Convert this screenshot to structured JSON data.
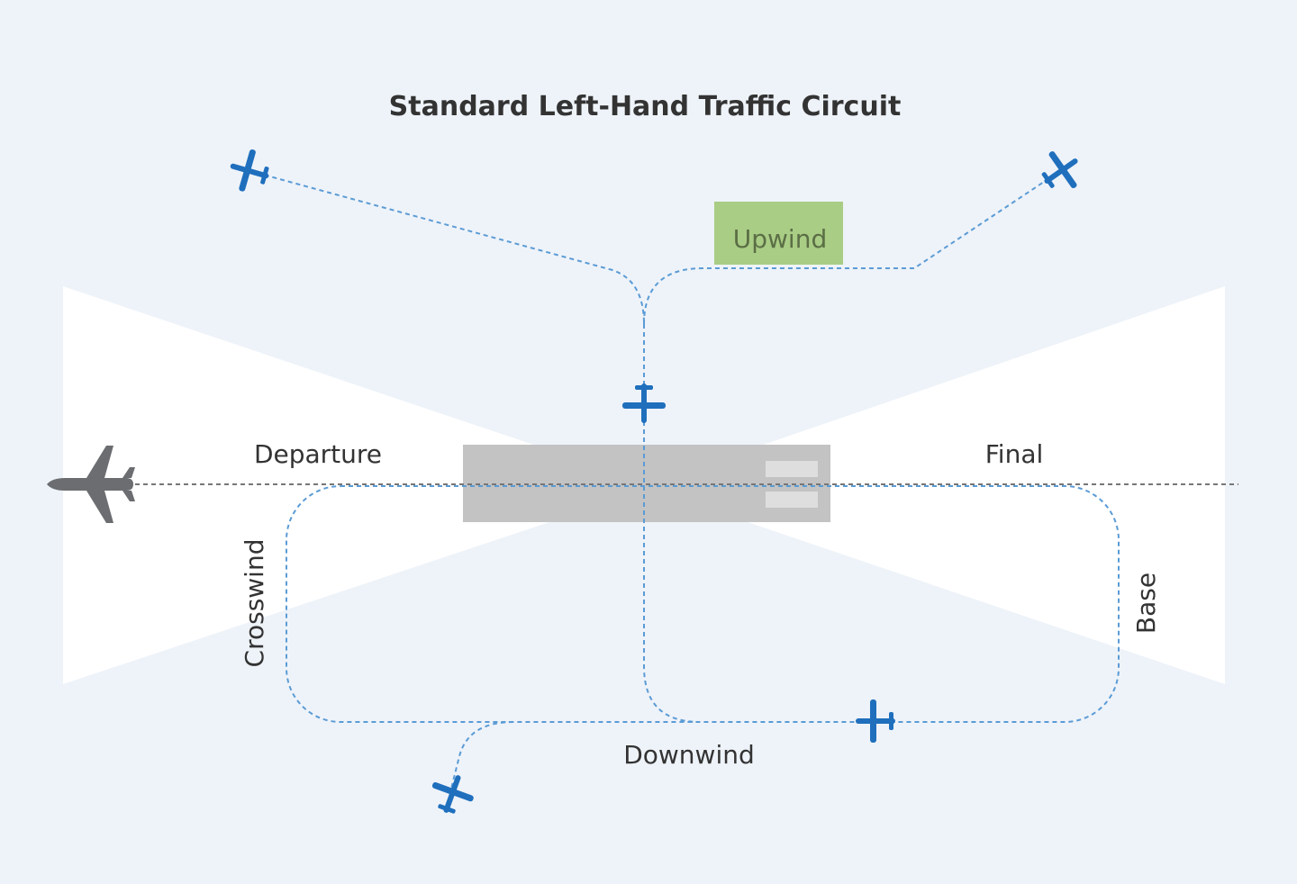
{
  "title": "Standard Left-Hand Traffic Circuit",
  "labels": {
    "departure": "Departure",
    "final": "Final",
    "crosswind": "Crosswind",
    "base": "Base",
    "downwind": "Downwind",
    "upwind": "Upwind"
  },
  "colors": {
    "background": "#eef3f9",
    "wedge": "#ffffff",
    "runway": "#c3c3c3",
    "runway_marking": "#dedede",
    "path": "#5b9bd5",
    "aircraft_small": "#1f6fbd",
    "airliner": "#6b6d70",
    "upwind_box": "#a9cd85",
    "upwind_text": "#5b6e45",
    "centerline": "#777777"
  },
  "icons": {
    "aircraft_small": "small-airplane-icon",
    "airliner": "airliner-icon"
  }
}
